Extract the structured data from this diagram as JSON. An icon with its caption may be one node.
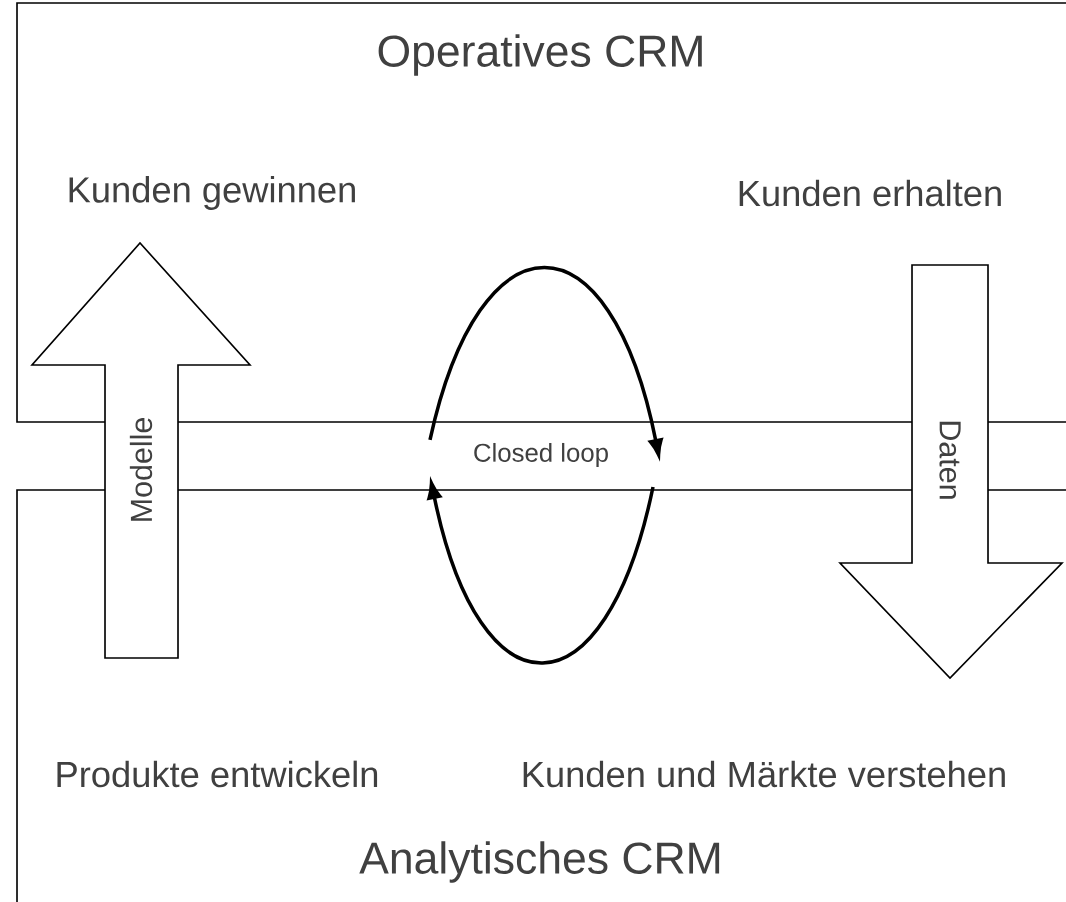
{
  "diagram": {
    "nodes": [
      {
        "text": [
          "Operatives CRM",
          "Kunden gewinnen",
          "Kunden erhalten"
        ]
      },
      {
        "text": [
          "Produkte entwickeln",
          "Kunden und Märkte verstehen",
          "Analytisches CRM"
        ]
      },
      {
        "text": [
          "Modelle"
        ]
      },
      {
        "text": [
          "Daten"
        ]
      }
    ],
    "edges": [],
    "labels": [
      "Closed loop"
    ]
  }
}
